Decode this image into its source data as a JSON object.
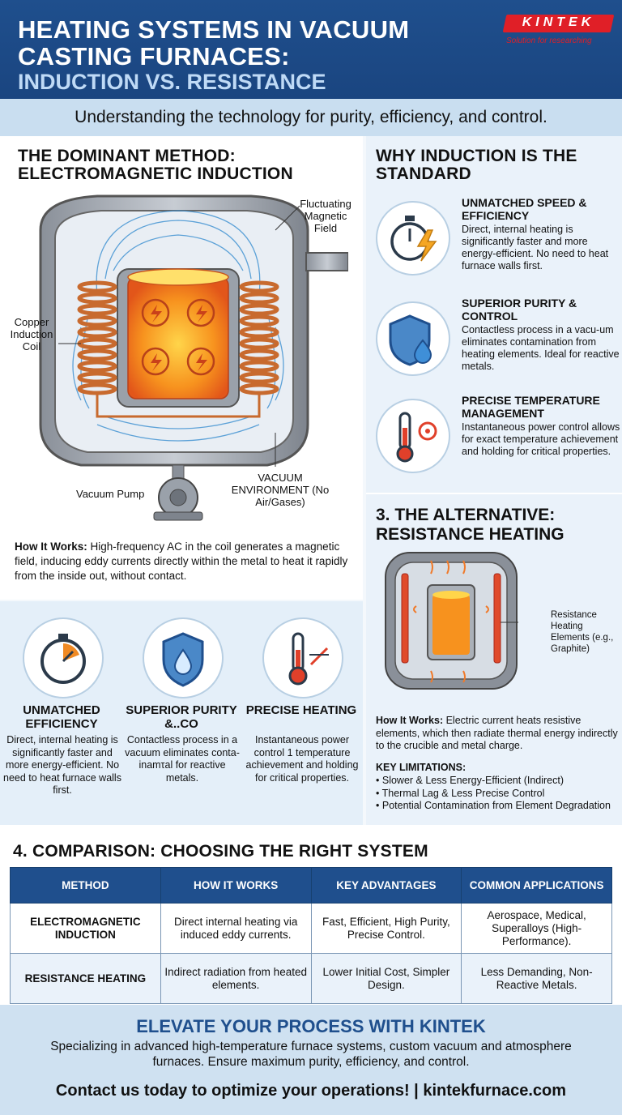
{
  "header": {
    "title_line1": "HEATING SYSTEMS IN VACUUM CASTING FURNACES:",
    "title_line2": "INDUCTION VS. RESISTANCE",
    "subtitle": "Understanding the technology for purity, efficiency, and control."
  },
  "logo": {
    "word": "KINTEK",
    "tagline": "Solution for researching"
  },
  "section1": {
    "heading": "THE DOMINANT METHOD: ELECTROMAGNETIC INDUCTION",
    "labels": {
      "field": "Fluctuating Magnetic Field",
      "coil": "Copper Induction Coil",
      "pump": "Vacuum Pump",
      "env": "VACUUM ENVIRONMENT (No Air/Gases)"
    },
    "how_label": "How It Works:",
    "how_text": " High-frequency AC in the coil generates a magnetic field, inducing eddy currents directly within the metal to heat it rapidly from the inside out, without contact."
  },
  "cards": [
    {
      "title": "UNMATCHED EFFICIENCY",
      "body": "Direct, internal heating is significantly faster and more energy-efficient. No need to heat furnace walls first."
    },
    {
      "title": "SUPERIOR PURITY &..CO",
      "body": "Contactless process in a vacuum eliminates conta-inamτal for reactive metals."
    },
    {
      "title": "PRECISE HEATING",
      "body": "Instantaneous power control 1 temperature achievement and holding for critical properties."
    }
  ],
  "why": {
    "heading": "WHY INDUCTION IS THE STANDARD",
    "items": [
      {
        "title": "UNMATCHED SPEED & EFFICIENCY",
        "body": "Direct, internal heating is significantly faster and more energy-efficient. No need to heat furnace walls first."
      },
      {
        "title": "SUPERIOR PURITY & CONTROL",
        "body": "Contactless process in a vacu-um eliminates contamination from heating elements. Ideal for reactive metals."
      },
      {
        "title": "PRECISE TEMPERATURE MANAGEMENT",
        "body": "Instantaneous power control allows for exact temperature achievement and holding for critical properties."
      }
    ]
  },
  "alt": {
    "heading": "3. THE ALTERNATIVE: RESISTANCE HEATING",
    "element_label": "Resistance Heating Elements (e.g., Graphite)",
    "how_label": "How It Works:",
    "how_text": " Electric current heats resistive elements, which then radiate thermal energy indirectly to the crucible and metal charge.",
    "limits_heading": "KEY LIMITATIONS:",
    "limits": [
      "Slower & Less Energy-Efficient (Indirect)",
      "Thermal Lag & Less Precise Control",
      "Potential Contamination from Element Degradation"
    ]
  },
  "comparison": {
    "heading": "4. COMPARISON: CHOOSING THE RIGHT SYSTEM",
    "columns": [
      "METHOD",
      "HOW IT WORKS",
      "KEY ADVANTAGES",
      "COMMON APPLICATIONS"
    ],
    "rows": [
      [
        "ELECTROMAGNETIC INDUCTION",
        "Direct internal heating via induced eddy currents.",
        "Fast, Efficient, High Purity, Precise Control.",
        "Aerospace, Medical, Superalloys (High-Performance)."
      ],
      [
        "RESISTANCE HEATING",
        "Indirect radiation from heated elements.",
        "Lower Initial Cost, Simpler Design.",
        "Less Demanding, Non-Reactive Metals."
      ]
    ]
  },
  "footer": {
    "title": "ELEVATE YOUR PROCESS WITH KINTEK",
    "body": "Specializing in advanced high-temperature furnace systems, custom vacuum and atmosphere furnaces. Ensure maximum purity, efficiency, and control.",
    "cta": "Contact us today to optimize your operations! | kintekfurnace.com"
  },
  "colors": {
    "brand_blue": "#1f4f8d",
    "brand_red": "#e01f27",
    "copper": "#c86a2e",
    "hot": "#f39a1e"
  }
}
